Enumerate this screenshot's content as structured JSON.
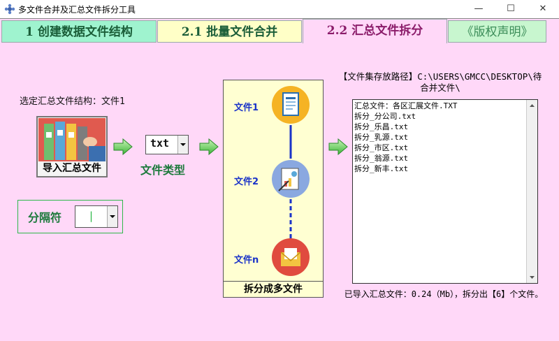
{
  "window": {
    "title": "多文件合并及汇总文件拆分工具",
    "minimize": "—",
    "maximize": "☐",
    "close": "✕"
  },
  "tabs": [
    {
      "label": "1 创建数据文件结构"
    },
    {
      "label": "2.1 批量文件合并"
    },
    {
      "label": "2.2 汇总文件拆分"
    },
    {
      "label": "《版权声明》"
    }
  ],
  "main": {
    "structure_label": "选定汇总文件结构：文件1",
    "import_button": "导入汇总文件",
    "file_type_value": "txt",
    "file_type_label": "文件类型",
    "separator_label": "分隔符",
    "separator_value": "|",
    "split_files": [
      "文件1",
      "文件2",
      "文件n"
    ],
    "split_button": "拆分成多文件",
    "path_title": "【文件集存放路径】C:\\USERS\\GMCC\\DESKTOP\\待合并文件\\",
    "file_list": [
      "汇总文件：各区汇展文件.TXT",
      "拆分_分公司.txt",
      "拆分_乐昌.txt",
      "拆分_乳源.txt",
      "拆分_市区.txt",
      "拆分_翁源.txt",
      "拆分_新丰.txt"
    ],
    "status": "已导入汇总文件：0.24（Mb），拆分出【6】个文件。"
  },
  "colors": {
    "background": "#ffd8f8",
    "tab_active_text": "#8b1c6a",
    "green_label": "#1d7a3c",
    "file_label": "#1a33c8"
  }
}
